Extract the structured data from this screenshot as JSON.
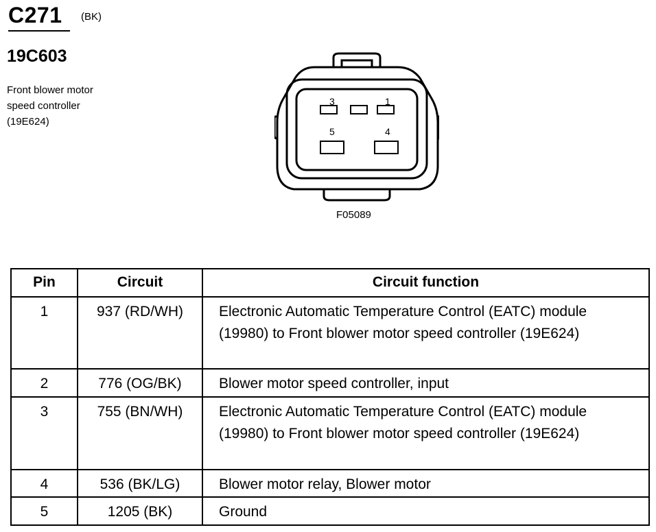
{
  "header": {
    "connector_id": "C271",
    "connector_color": "(BK)",
    "part_number": "19C603",
    "description_lines": [
      "Front blower motor",
      "speed controller",
      "(19E624)"
    ]
  },
  "diagram": {
    "pin_labels": [
      "3",
      "1",
      "5",
      "4"
    ],
    "figure_code": "F05089"
  },
  "table": {
    "headers": [
      "Pin",
      "Circuit",
      "Circuit function"
    ],
    "rows": [
      {
        "pin": "1",
        "circuit": "937 (RD/WH)",
        "function_lines": [
          "Electronic Automatic Temperature Control (EATC) module",
          "(19980) to Front blower motor speed controller (19E624)"
        ]
      },
      {
        "pin": "2",
        "circuit": "776 (OG/BK)",
        "function_lines": [
          "Blower motor speed controller, input"
        ]
      },
      {
        "pin": "3",
        "circuit": "755 (BN/WH)",
        "function_lines": [
          "Electronic Automatic Temperature Control (EATC) module",
          "(19980) to Front blower motor speed controller (19E624)"
        ]
      },
      {
        "pin": "4",
        "circuit": "536 (BK/LG)",
        "function_lines": [
          "Blower motor relay, Blower motor"
        ]
      },
      {
        "pin": "5",
        "circuit": "1205 (BK)",
        "function_lines": [
          "Ground"
        ]
      }
    ]
  }
}
